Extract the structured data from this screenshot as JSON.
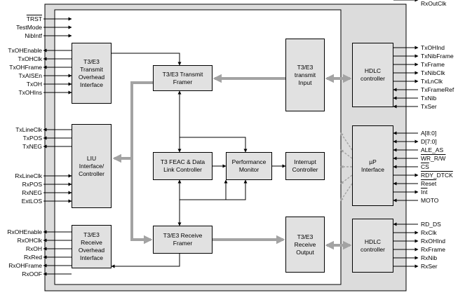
{
  "blocks": {
    "tx_overhead": "T3/E3\nTransmit\nOverhead\nInterface",
    "tx_framer": "T3/E3 Transmit\nFramer",
    "tx_input": "T3/E3\ntransmit\nInput",
    "hdlc_tx": "HDLC\ncontroller",
    "liu": "LIU\nInterface/\nController",
    "feac": "T3 FEAC & Data\nLink Controller",
    "perf": "Performance\nMonitor",
    "interrupt": "Interrupt\nController",
    "up": "µP\nInterface",
    "rx_overhead": "T3/E3\nReceive\nOverhead\nInterface",
    "rx_framer": "T3/E3 Receive\nFramer",
    "rx_output": "T3/E3\nReceive\nOutput",
    "hdlc_rx": "HDLC\ncontroller"
  },
  "signals_left": [
    {
      "label": "TRST",
      "overline": true
    },
    {
      "label": "TestMode"
    },
    {
      "label": "NibIntf"
    },
    {
      "label": "TxOHEnable"
    },
    {
      "label": "TxOHClk"
    },
    {
      "label": "TxOHFrame"
    },
    {
      "label": "TxAISEn"
    },
    {
      "label": "TxOH"
    },
    {
      "label": "TxOHIns"
    },
    {
      "label": "TxLineClk"
    },
    {
      "label": "TxPOS"
    },
    {
      "label": "TxNEG"
    },
    {
      "label": "RxLineClk"
    },
    {
      "label": "RxPOS"
    },
    {
      "label": "RxNEG"
    },
    {
      "label": "ExtLOS"
    },
    {
      "label": "RxOHEnable"
    },
    {
      "label": "RxOHClk"
    },
    {
      "label": "RxOH"
    },
    {
      "label": "RxRed"
    },
    {
      "label": "RxOHFrame"
    },
    {
      "label": "RxOOF"
    }
  ],
  "signals_right": [
    {
      "label": "TxOHInd"
    },
    {
      "label": "TxNibFrame"
    },
    {
      "label": "TxFrame"
    },
    {
      "label": "TxNibClk"
    },
    {
      "label": "TxLnClk"
    },
    {
      "label": "TxFrameRef"
    },
    {
      "label": "TxNib"
    },
    {
      "label": "TxSer"
    },
    {
      "label": "A[8:0]"
    },
    {
      "label": "D[7:0]"
    },
    {
      "label": "ALE_AS"
    },
    {
      "label": "WR_R/W",
      "overline": true
    },
    {
      "label": "CS",
      "overline": true
    },
    {
      "label": "RDY_DTCK",
      "overline": true
    },
    {
      "label": "Reset",
      "overline": true
    },
    {
      "label": "Int",
      "overline": true
    },
    {
      "label": "MOTO"
    },
    {
      "label": "RD_DS"
    },
    {
      "label": "RxClk"
    },
    {
      "label": "RxOHInd"
    },
    {
      "label": "RxFrame"
    },
    {
      "label": "RxNib"
    },
    {
      "label": "RxSer"
    },
    {
      "label": "RxOutClk"
    }
  ]
}
